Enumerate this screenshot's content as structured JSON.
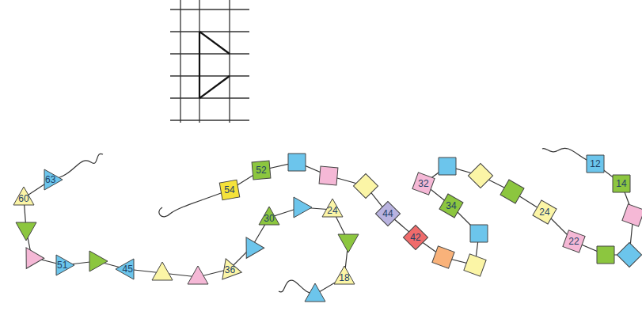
{
  "diagram": {
    "nodes": [
      {
        "text": [
          "63"
        ]
      },
      {
        "text": [
          "60"
        ]
      },
      {
        "text": [
          "51"
        ]
      },
      {
        "text": [
          "45"
        ]
      },
      {
        "text": [
          "36"
        ]
      },
      {
        "text": [
          "30"
        ]
      },
      {
        "text": [
          "24"
        ]
      },
      {
        "text": [
          "18"
        ]
      },
      {
        "text": [
          "54"
        ]
      },
      {
        "text": [
          "52"
        ]
      },
      {
        "text": [
          "44"
        ]
      },
      {
        "text": [
          "42"
        ]
      },
      {
        "text": [
          "34"
        ]
      },
      {
        "text": [
          "32"
        ]
      },
      {
        "text": [
          "24"
        ]
      },
      {
        "text": [
          "22"
        ]
      },
      {
        "text": [
          "12"
        ]
      },
      {
        "text": [
          "14"
        ]
      }
    ]
  }
}
